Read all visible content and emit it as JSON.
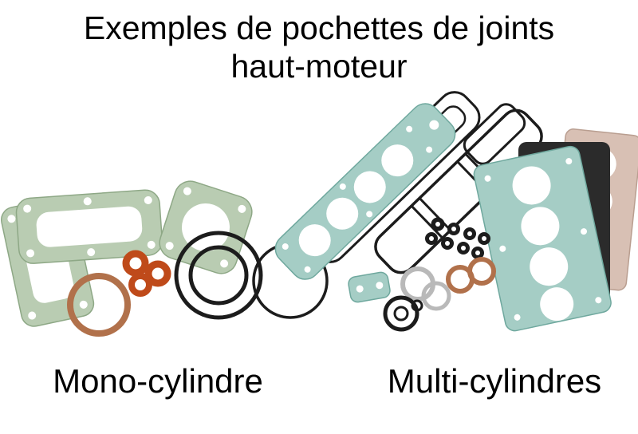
{
  "title": {
    "line1": "Exemples de pochettes de joints",
    "line2": "haut-moteur"
  },
  "sections": {
    "mono": {
      "label": "Mono-cylindre"
    },
    "multi": {
      "label": "Multi-cylindres"
    }
  },
  "illustration": {
    "mono_parts": [
      "side-gasket",
      "base-gasket",
      "head-gasket",
      "copper-exhaust-ring",
      "orange-washers",
      "large-o-ring",
      "thin-o-ring"
    ],
    "multi_parts": [
      "cam-cover-gasket-outline",
      "head-gasket-strip-teal",
      "cam-cover-gasket-h",
      "sheet-stack",
      "valve-stem-seals",
      "copper-rings",
      "metal-rings",
      "small-teal-plate",
      "small-o-rings"
    ]
  },
  "colors": {
    "background": "#ffffff",
    "text": "#000000",
    "gasket_green": "#b9ccb2",
    "gasket_green_edge": "#8ea886",
    "gasket_teal": "#a5cdc5",
    "gasket_teal_edge": "#6fa89e",
    "copper": "#b1714b",
    "washer_orange": "#bf4a1a",
    "rubber_black": "#1c1c1c",
    "metal_gray": "#b9b9b9",
    "sheet_black": "#2b2b2b",
    "sheet_pink": "#d8c0b4"
  }
}
